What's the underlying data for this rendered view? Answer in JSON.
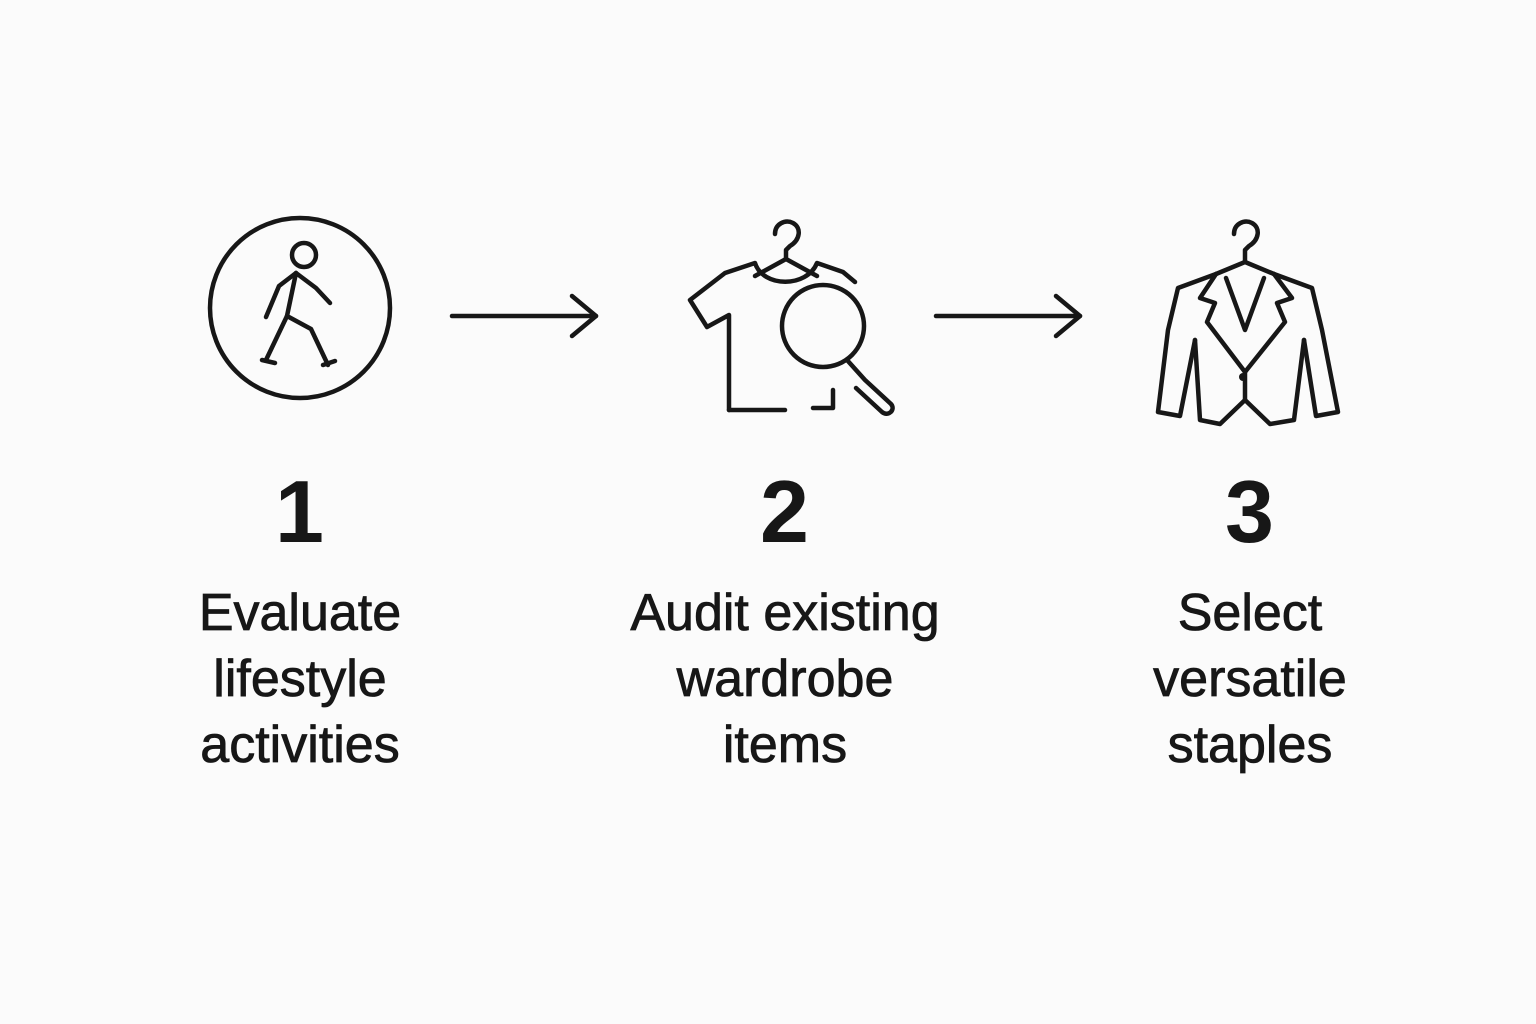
{
  "steps": [
    {
      "number": "1",
      "label_lines": [
        "Evaluate",
        "lifestyle",
        "activities"
      ],
      "icon": "walking-person-in-circle-icon"
    },
    {
      "number": "2",
      "label_lines": [
        "Audit existing",
        "wardrobe",
        "items"
      ],
      "icon": "shirt-with-magnifier-icon"
    },
    {
      "number": "3",
      "label_lines": [
        "Select",
        "versatile",
        "staples"
      ],
      "icon": "blazer-on-hanger-icon"
    }
  ],
  "connectors": [
    "arrow-right-icon",
    "arrow-right-icon"
  ],
  "colors": {
    "background": "#fbfbfb",
    "ink": "#171717"
  }
}
